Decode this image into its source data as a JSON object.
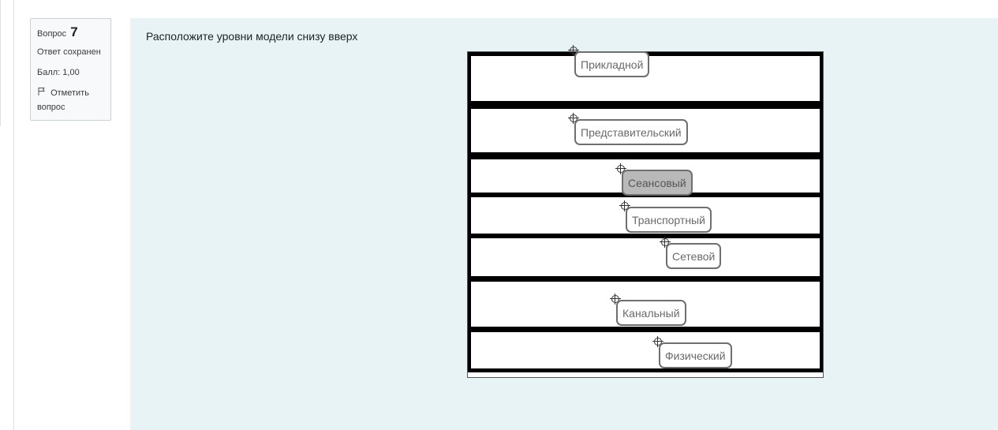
{
  "info": {
    "question_label": "Вопрос",
    "question_number": "7",
    "state": "Ответ сохранен",
    "grade": "Балл: 1,00",
    "flag_label": "Отметить вопрос"
  },
  "question": {
    "text": "Расположите уровни модели снизу вверх"
  },
  "markers": [
    {
      "label": "Прикладной"
    },
    {
      "label": "Представительский"
    },
    {
      "label": "Сеансовый"
    },
    {
      "label": "Транспортный"
    },
    {
      "label": "Сетевой"
    },
    {
      "label": "Канальный"
    },
    {
      "label": "Физический"
    }
  ],
  "colors": {
    "content_bg": "#e7f3f5",
    "info_bg": "#f8f9fa",
    "band": "#000000",
    "marker_border": "#6f6f6f"
  }
}
